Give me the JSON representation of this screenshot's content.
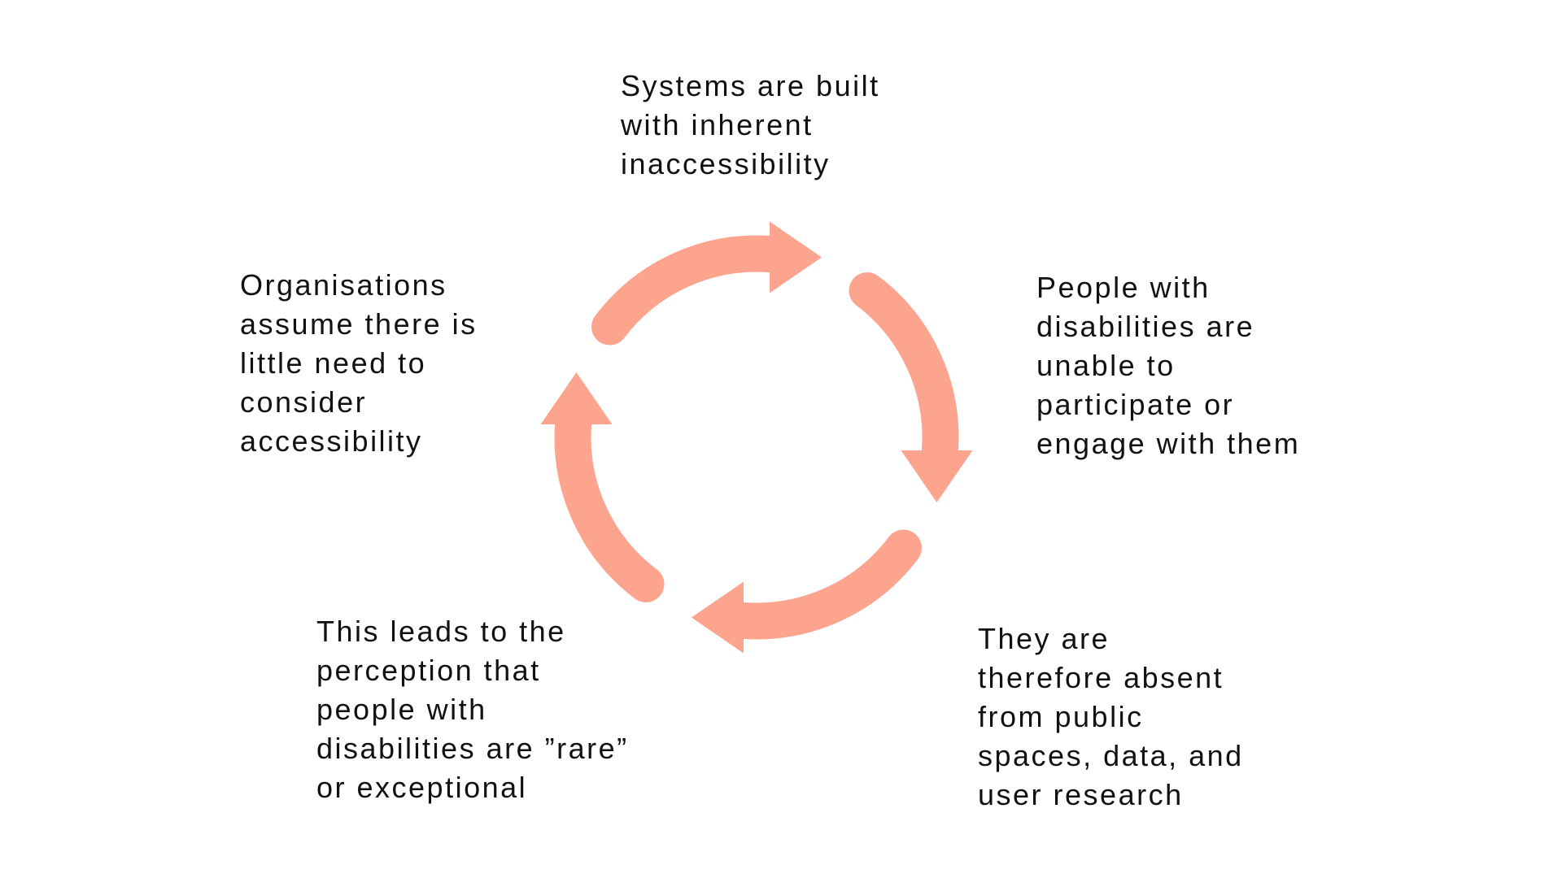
{
  "colors": {
    "background": "#ffffff",
    "arrow": "#fca48d",
    "text": "#111111"
  },
  "cycle": {
    "direction": "clockwise",
    "steps": [
      {
        "id": "top",
        "text": "Systems are built\nwith inherent\ninaccessibility"
      },
      {
        "id": "right",
        "text": "People with\ndisabilities are\nunable to\nparticipate or\nengage with them"
      },
      {
        "id": "bottom-right",
        "text": "They are\ntherefore absent\nfrom public\nspaces, data, and\nuser research"
      },
      {
        "id": "bottom-left",
        "text": "This leads to the\nperception that\npeople with\ndisabilities are ”rare”\nor exceptional"
      },
      {
        "id": "left",
        "text": "Organisations\nassume there is\nlittle need to\nconsider\naccessibility"
      }
    ]
  }
}
